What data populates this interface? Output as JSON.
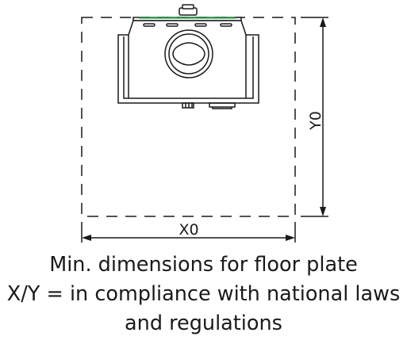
{
  "diagram": {
    "x_label": "X0",
    "y_label": "Y0"
  },
  "caption": {
    "line1": "Min. dimensions for floor plate",
    "line2": "X/Y = in compliance with national laws",
    "line3": "and regulations"
  },
  "colors": {
    "line": "#1a1a1a",
    "accent": "#1f9a3e",
    "background": "#ffffff"
  }
}
